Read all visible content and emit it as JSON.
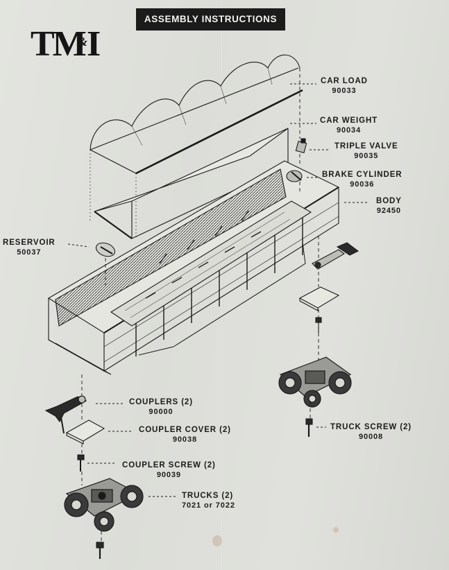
{
  "header": {
    "title": "ASSEMBLY INSTRUCTIONS"
  },
  "logo": {
    "text": "TM&I",
    "left": "TM",
    "amp": "&",
    "right": "I"
  },
  "parts": {
    "car_load": {
      "name": "CAR LOAD",
      "number": "90033"
    },
    "car_weight": {
      "name": "CAR WEIGHT",
      "number": "90034"
    },
    "triple_valve": {
      "name": "TRIPLE VALVE",
      "number": "90035"
    },
    "brake_cylinder": {
      "name": "BRAKE CYLINDER",
      "number": "90036"
    },
    "body": {
      "name": "BODY",
      "number": "92450"
    },
    "reservoir": {
      "name": "RESERVOIR",
      "number": "50037"
    },
    "couplers": {
      "name": "COUPLERS (2)",
      "number": "90000"
    },
    "coupler_cover": {
      "name": "COUPLER COVER (2)",
      "number": "90038"
    },
    "coupler_screw": {
      "name": "COUPLER SCREW (2)",
      "number": "90039"
    },
    "trucks": {
      "name": "TRUCKS (2)",
      "number": "7021 or 7022"
    },
    "truck_screw": {
      "name": "TRUCK SCREW (2)",
      "number": "90008"
    }
  }
}
